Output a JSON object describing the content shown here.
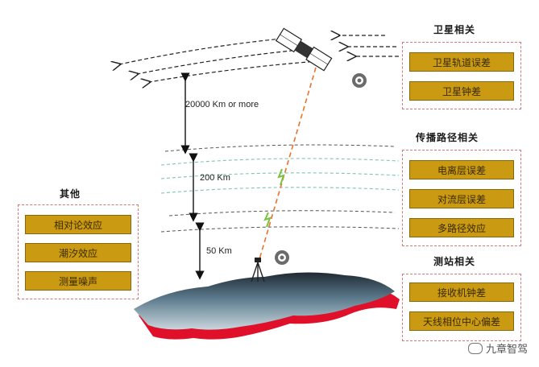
{
  "satellite_group": {
    "title": "卫星相关",
    "items": [
      {
        "label": "卫星轨道误差"
      },
      {
        "label": "卫星钟差"
      }
    ]
  },
  "propagation_group": {
    "title": "传播路径相关",
    "items": [
      {
        "label": "电离层误差"
      },
      {
        "label": "对流层误差"
      },
      {
        "label": "多路径效应"
      }
    ]
  },
  "station_group": {
    "title": "测站相关",
    "items": [
      {
        "label": "接收机钟差"
      },
      {
        "label": "天线相位中心偏差"
      }
    ]
  },
  "other_group": {
    "title": "其他",
    "items": [
      {
        "label": "相对论效应"
      },
      {
        "label": "潮汐效应"
      },
      {
        "label": "测量噪声"
      }
    ]
  },
  "altitudes": {
    "orbit": "20000 Km or more",
    "ionosphere": "200 Km",
    "troposphere": "50 Km"
  },
  "watermark": {
    "text": "九章智驾"
  },
  "colors": {
    "item_fill": "#c99a12",
    "box_border": "#d27a7a",
    "terrain_edge": "#e0102a"
  }
}
